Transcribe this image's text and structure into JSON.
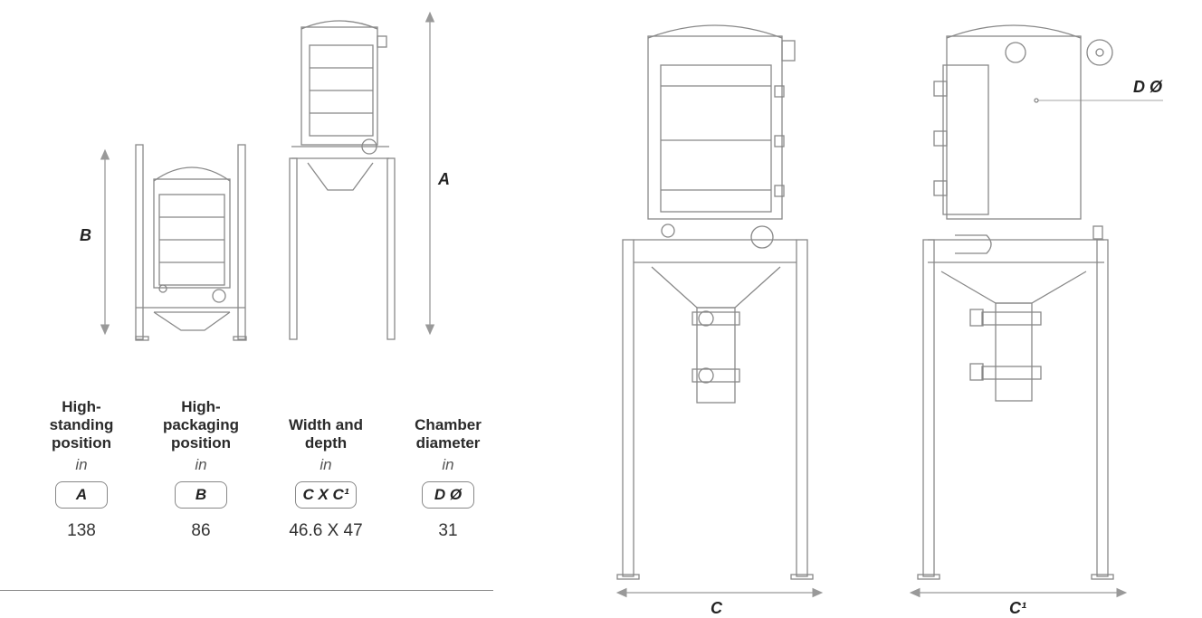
{
  "dimensions": {
    "A": "A",
    "B": "B",
    "C": "C",
    "C1": "C¹",
    "D": "D Ø"
  },
  "table": {
    "columns": [
      {
        "heading": "High-\nstanding\nposition",
        "unit": "in",
        "code": "A",
        "value": "138"
      },
      {
        "heading": "High-\npackaging\nposition",
        "unit": "in",
        "code": "B",
        "value": "86"
      },
      {
        "heading": "Width and\ndepth",
        "unit": "in",
        "code": "C X C¹",
        "value": "46.6 X 47"
      },
      {
        "heading": "Chamber\ndiameter",
        "unit": "in",
        "code": "D Ø",
        "value": "31"
      }
    ]
  }
}
